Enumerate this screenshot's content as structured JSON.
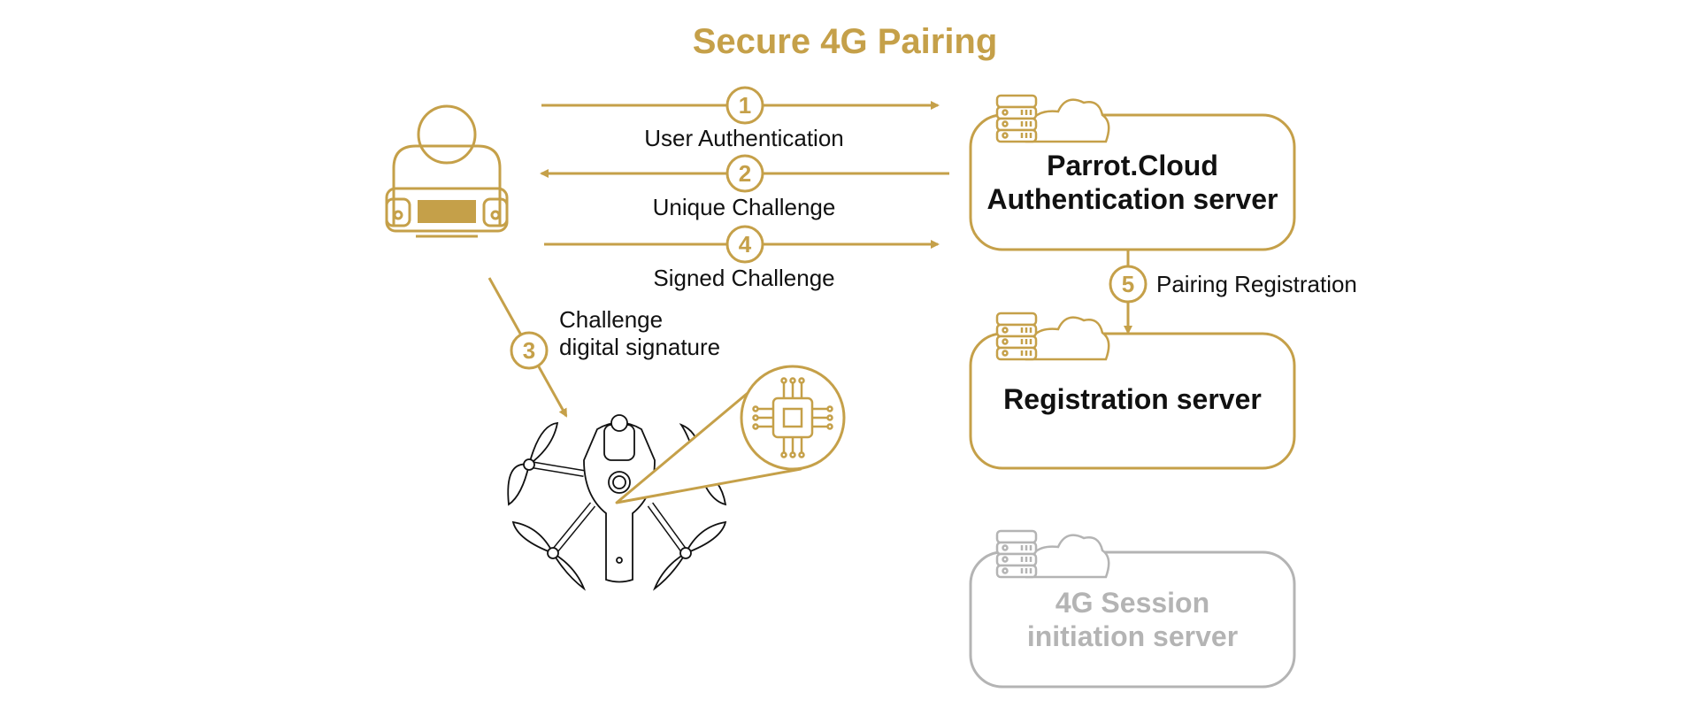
{
  "title": "Secure 4G  Pairing",
  "colors": {
    "accent": "#C5A049",
    "muted": "#B4B4B4",
    "text": "#111111",
    "background": "#FFFFFF"
  },
  "flows": [
    {
      "step": "1",
      "label": "User Authentication"
    },
    {
      "step": "2",
      "label": "Unique Challenge"
    },
    {
      "step": "4",
      "label": "Signed Challenge"
    },
    {
      "step": "5",
      "label": "Pairing Registration"
    },
    {
      "step": "3",
      "label_line1": "Challenge",
      "label_line2": "digital signature"
    }
  ],
  "servers": {
    "auth": {
      "line1": "Parrot.Cloud",
      "line2": "Authentication server",
      "icon": "server-cloud-icon"
    },
    "registration": {
      "line1": "Registration server",
      "icon": "server-cloud-icon"
    },
    "session": {
      "line1": "4G Session",
      "line2": "initiation server",
      "icon": "server-cloud-icon",
      "state": "inactive"
    }
  },
  "actors": {
    "user": {
      "icon": "user-with-controller-icon"
    },
    "drone": {
      "icon": "drone-icon"
    },
    "chip": {
      "icon": "secure-chip-icon"
    }
  }
}
